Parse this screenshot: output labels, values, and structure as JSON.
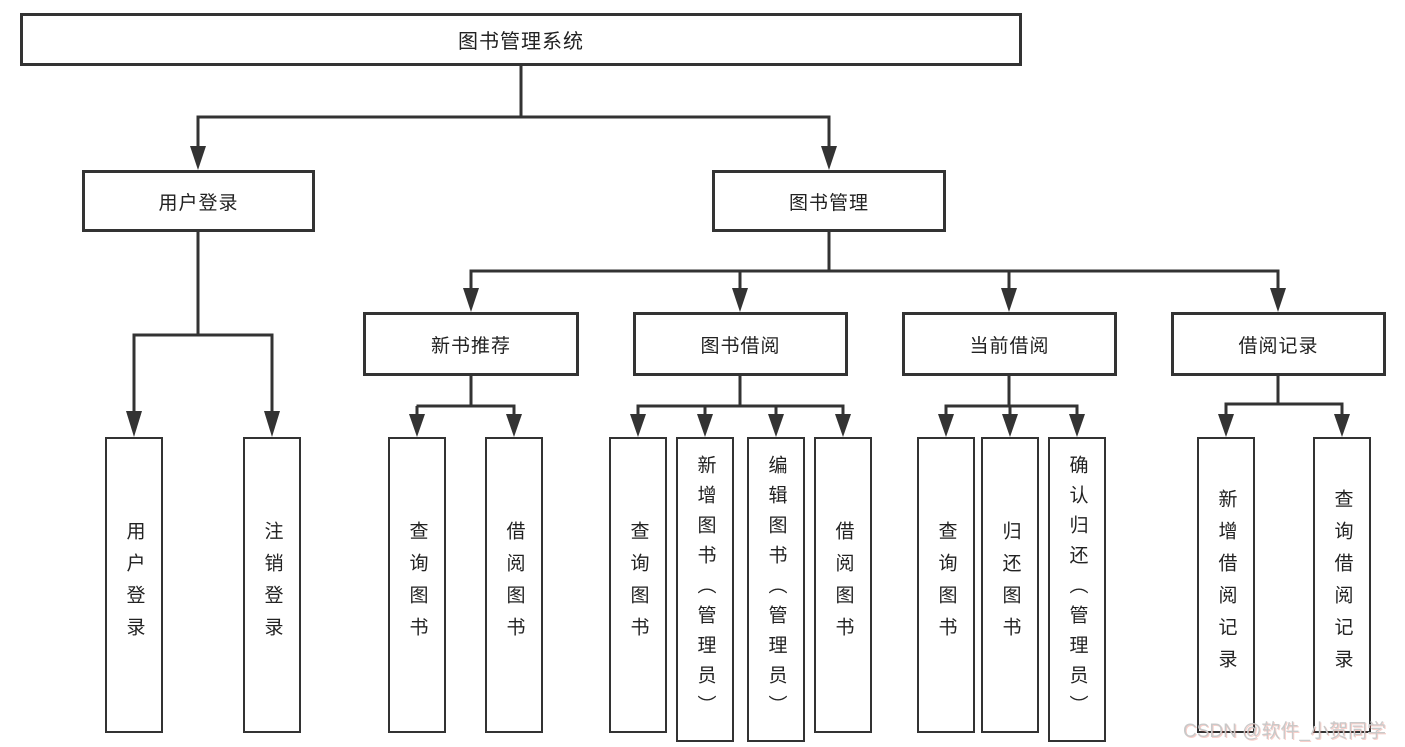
{
  "diagram": {
    "root": {
      "label": "图书管理系统"
    },
    "level2": [
      {
        "label": "用户登录"
      },
      {
        "label": "图书管理"
      }
    ],
    "level3": [
      {
        "label": "新书推荐"
      },
      {
        "label": "图书借阅"
      },
      {
        "label": "当前借阅"
      },
      {
        "label": "借阅记录"
      }
    ],
    "leaves": [
      {
        "label": "用户登录"
      },
      {
        "label": "注销登录"
      },
      {
        "label": "查询图书"
      },
      {
        "label": "借阅图书"
      },
      {
        "label": "查询图书"
      },
      {
        "label": "新增图书（管理员）"
      },
      {
        "label": "编辑图书（管理员）"
      },
      {
        "label": "借阅图书"
      },
      {
        "label": "查询图书"
      },
      {
        "label": "归还图书"
      },
      {
        "label": "确认归还（管理员）"
      },
      {
        "label": "新增借阅记录"
      },
      {
        "label": "查询借阅记录"
      }
    ]
  },
  "watermark": "CSDN @软件_小贺同学",
  "colors": {
    "line": "#333333",
    "text": "#222222",
    "watermark": "#c9c9c9"
  }
}
